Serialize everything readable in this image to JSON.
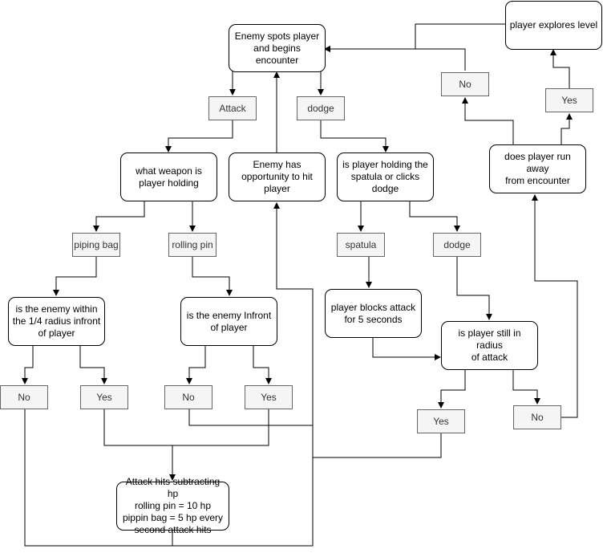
{
  "colors": {
    "line": "#000000",
    "label_fill": "#f5f5f5",
    "label_stroke": "#666666",
    "label_text": "#333333"
  },
  "nodes": {
    "explores": "player explores level",
    "spots": "Enemy spots player\nand begins encounter",
    "weapon": "what weapon is\nplayer holding",
    "opportunity": "Enemy has\nopportunity to hit\nplayer",
    "holding": "is player holding the\nspatula or clicks\ndodge",
    "run_away": "does player run away\nfrom encounter",
    "radius": "is the enemy within\nthe 1/4 radius infront\nof player",
    "infront": "is the enemy Infront\nof player",
    "blocks": "player blocks attack\nfor 5 seconds",
    "still_radius": "is player still in radius\nof attack",
    "hits": "Attack hits subtracting hp\nrolling pin = 10 hp\npippin bag = 5 hp every\nsecond attack hits"
  },
  "labels": {
    "attack": "Attack",
    "dodge_top": "dodge",
    "no_top": "No",
    "yes_top": "Yes",
    "piping_bag": "piping bag",
    "rolling_pin": "rolling pin",
    "spatula": "spatula",
    "dodge_mid": "dodge",
    "no_1": "No",
    "yes_1": "Yes",
    "no_2": "No",
    "yes_2": "Yes",
    "yes_3": "Yes",
    "no_3": "No"
  }
}
